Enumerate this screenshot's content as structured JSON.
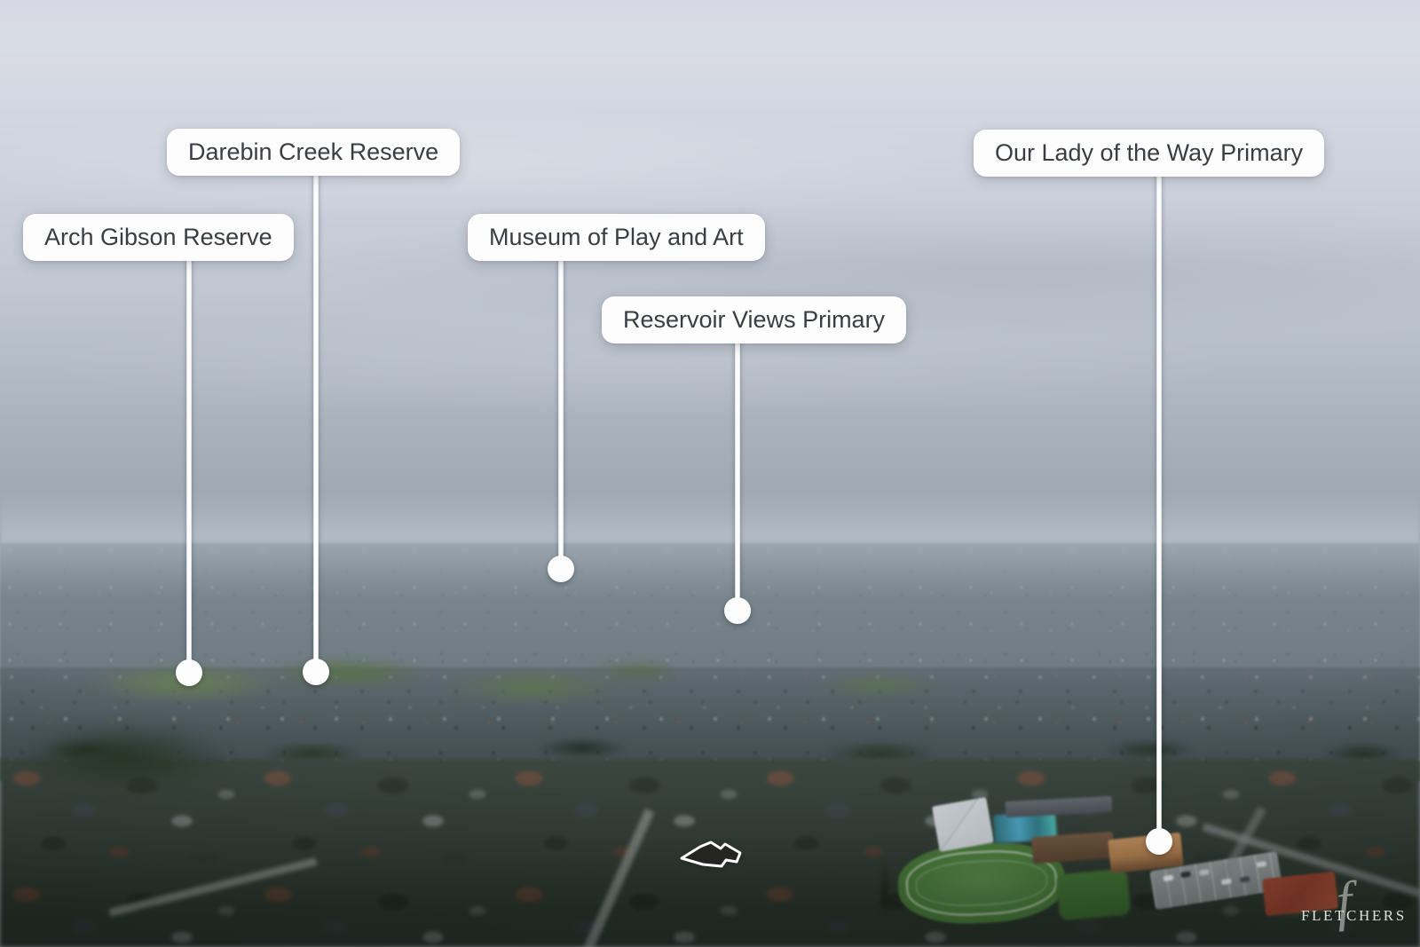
{
  "labels": [
    {
      "text": "Arch Gibson Reserve"
    },
    {
      "text": "Darebin Creek Reserve"
    },
    {
      "text": "Museum of Play and Art"
    },
    {
      "text": "Reservoir Views Primary"
    },
    {
      "text": "Our Lady of the Way Primary"
    }
  ],
  "watermark": {
    "brand": "FLETCHERS",
    "monogram": "f"
  },
  "colors": {
    "label_bg": "#fdfdfe",
    "label_text": "#3a3d42",
    "marker_white": "#fdfdfe",
    "sky_top": "#d7dae3",
    "horizon_haze": "#9aa5ae",
    "distant_suburbs": "#76828b",
    "foreground": "#333d35",
    "field_green": "#477539"
  }
}
